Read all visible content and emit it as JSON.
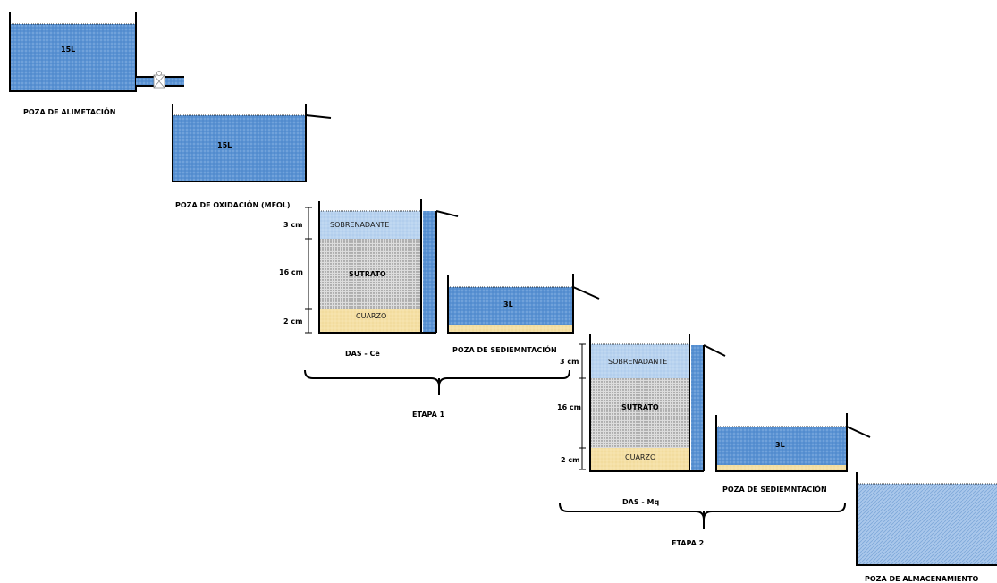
{
  "tanks": {
    "feed": {
      "label": "POZA DE ALIMETACIÓN",
      "volume": "15L"
    },
    "oxidation": {
      "label": "POZA DE OXIDACIÓN (MFOL)",
      "volume": "15L"
    },
    "sed1": {
      "label": "POZA DE SEDIEMNTACIÓN",
      "volume": "3L"
    },
    "sed2": {
      "label": "POZA DE SEDIEMNTACIÓN",
      "volume": "3L"
    },
    "storage": {
      "label": "POZA DE ALMACENAMIENTO"
    }
  },
  "das1": {
    "label": "DAS - Ce",
    "layers": {
      "top": "SOBRENADANTE",
      "middle": "SUTRATO",
      "bottom": "CUARZO"
    },
    "dims": {
      "top": "3 cm",
      "middle": "16 cm",
      "bottom": "2 cm"
    }
  },
  "das2": {
    "label": "DAS - Mq",
    "layers": {
      "top": "SOBRENADANTE",
      "middle": "SUTRATO",
      "bottom": "CUARZO"
    },
    "dims": {
      "top": "3 cm",
      "middle": "16 cm",
      "bottom": "2 cm"
    }
  },
  "stages": {
    "stage1": "ETAPA 1",
    "stage2": "ETAPA 2"
  },
  "colors": {
    "water": "#5b93d3",
    "supernatant": "#b9d3ef",
    "substrate": "#c7c7c7",
    "quartz": "#f5e0a6",
    "storage": "#a9c7eb"
  }
}
